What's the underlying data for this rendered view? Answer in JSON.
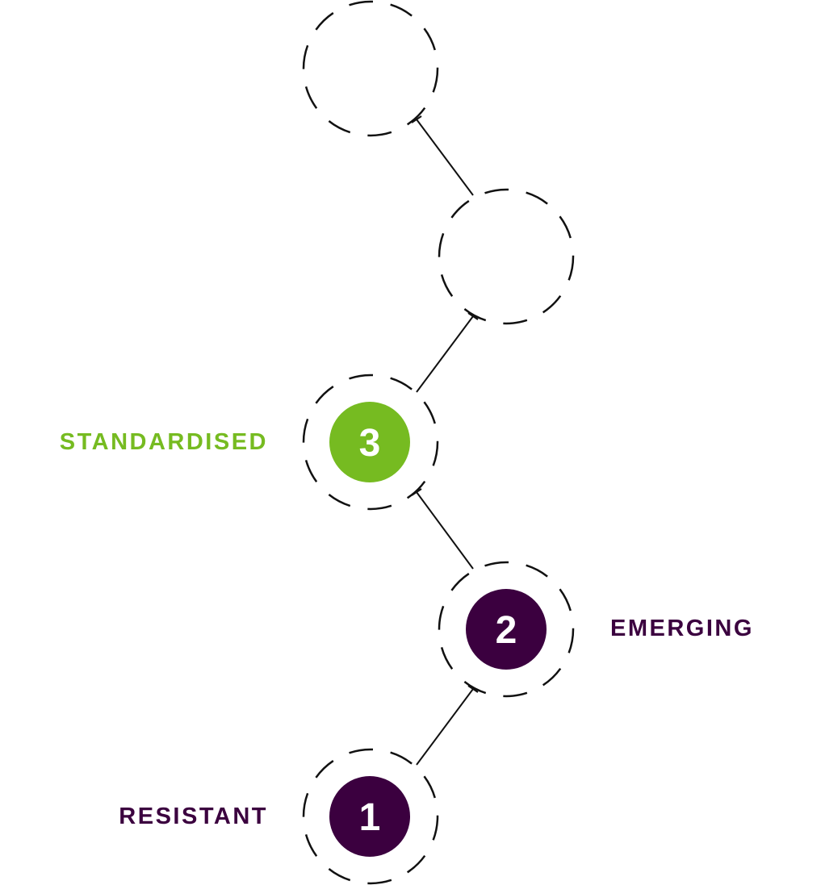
{
  "colors": {
    "green": "#76bb21",
    "purple": "#3b003f",
    "line": "#111111"
  },
  "stages": [
    {
      "number": "1",
      "label": "RESISTANT",
      "color": "#3b003f",
      "active": true
    },
    {
      "number": "2",
      "label": "EMERGING",
      "color": "#3b003f",
      "active": true
    },
    {
      "number": "3",
      "label": "STANDARDISED",
      "color": "#76bb21",
      "active": true
    },
    {
      "number": "",
      "label": "",
      "active": false
    },
    {
      "number": "",
      "label": "",
      "active": false
    }
  ]
}
